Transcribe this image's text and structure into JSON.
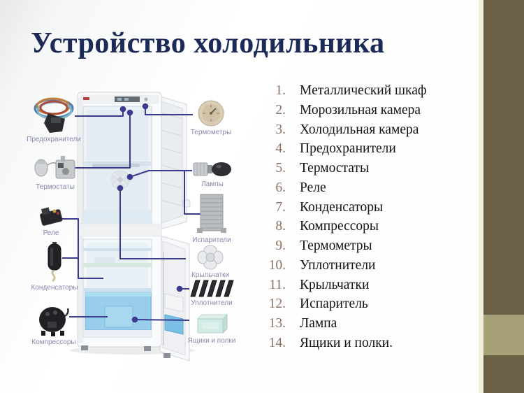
{
  "title": "Устройство холодильника",
  "left_components": [
    {
      "label": "Предохранители",
      "icon": "fuses-icon"
    },
    {
      "label": "Термостаты",
      "icon": "thermostat-icon"
    },
    {
      "label": "Реле",
      "icon": "relay-icon"
    },
    {
      "label": "Конденсаторы",
      "icon": "condenser-icon"
    },
    {
      "label": "Компрессоры",
      "icon": "compressor-icon"
    }
  ],
  "right_components": [
    {
      "label": "Термометры",
      "icon": "thermometer-icon"
    },
    {
      "label": "Лампы",
      "icon": "lamp-icon"
    },
    {
      "label": "Испарители",
      "icon": "evaporator-icon"
    },
    {
      "label": "Крыльчатки",
      "icon": "impeller-icon"
    },
    {
      "label": "Уплотнители",
      "icon": "seal-icon"
    },
    {
      "label": "Ящики и полки",
      "icon": "drawers-icon"
    }
  ],
  "parts_list": {
    "items": [
      {
        "num": "1.",
        "label": "Металлический шкаф"
      },
      {
        "num": "2.",
        "label": "Морозильная камера"
      },
      {
        "num": "3.",
        "label": "Холодильная камера"
      },
      {
        "num": "4.",
        "label": "Предохранители"
      },
      {
        "num": "5.",
        "label": "Термостаты"
      },
      {
        "num": "6.",
        "label": "Реле"
      },
      {
        "num": "7.",
        "label": "Конденсаторы"
      },
      {
        "num": "8.",
        "label": "Компрессоры"
      },
      {
        "num": "9.",
        "label": "Термометры"
      },
      {
        "num": "10.",
        "label": "Уплотнители"
      },
      {
        "num": "11.",
        "label": "Крыльчатки"
      },
      {
        "num": "12.",
        "label": "Испаритель"
      },
      {
        "num": "13.",
        "label": "Лампа"
      },
      {
        "num": "14.",
        "label": "Ящики и полки."
      }
    ]
  },
  "colors": {
    "title": "#1c2a57",
    "list_number": "#8d7265",
    "list_text": "#141414",
    "component_label": "#8787ad",
    "connector": "#3a3a8e",
    "band_dark": "#696046",
    "band_light": "#a6a178",
    "drawer_blue": "#8bc8e8"
  }
}
